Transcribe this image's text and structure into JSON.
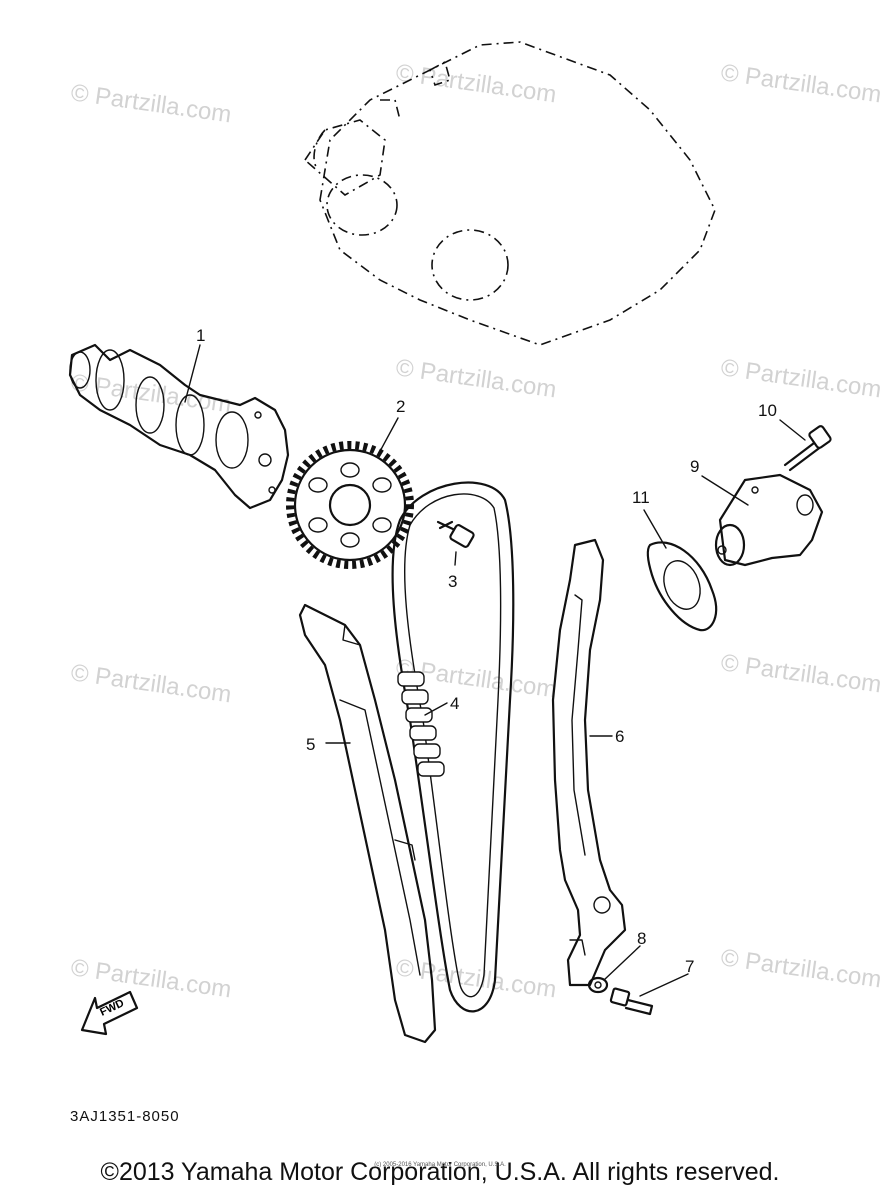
{
  "watermark": "© Partzilla.com",
  "callouts": [
    "1",
    "2",
    "3",
    "4",
    "5",
    "6",
    "7",
    "8",
    "9",
    "10",
    "11"
  ],
  "fwd_label": "FWD",
  "part_number": "3AJ1351-8050",
  "tiny_copyright": "(c) 2005-2016 Yamaha Motor Corporation, U.S.A.",
  "copyright": "©2013 Yamaha Motor Corporation, U.S.A. All rights reserved."
}
